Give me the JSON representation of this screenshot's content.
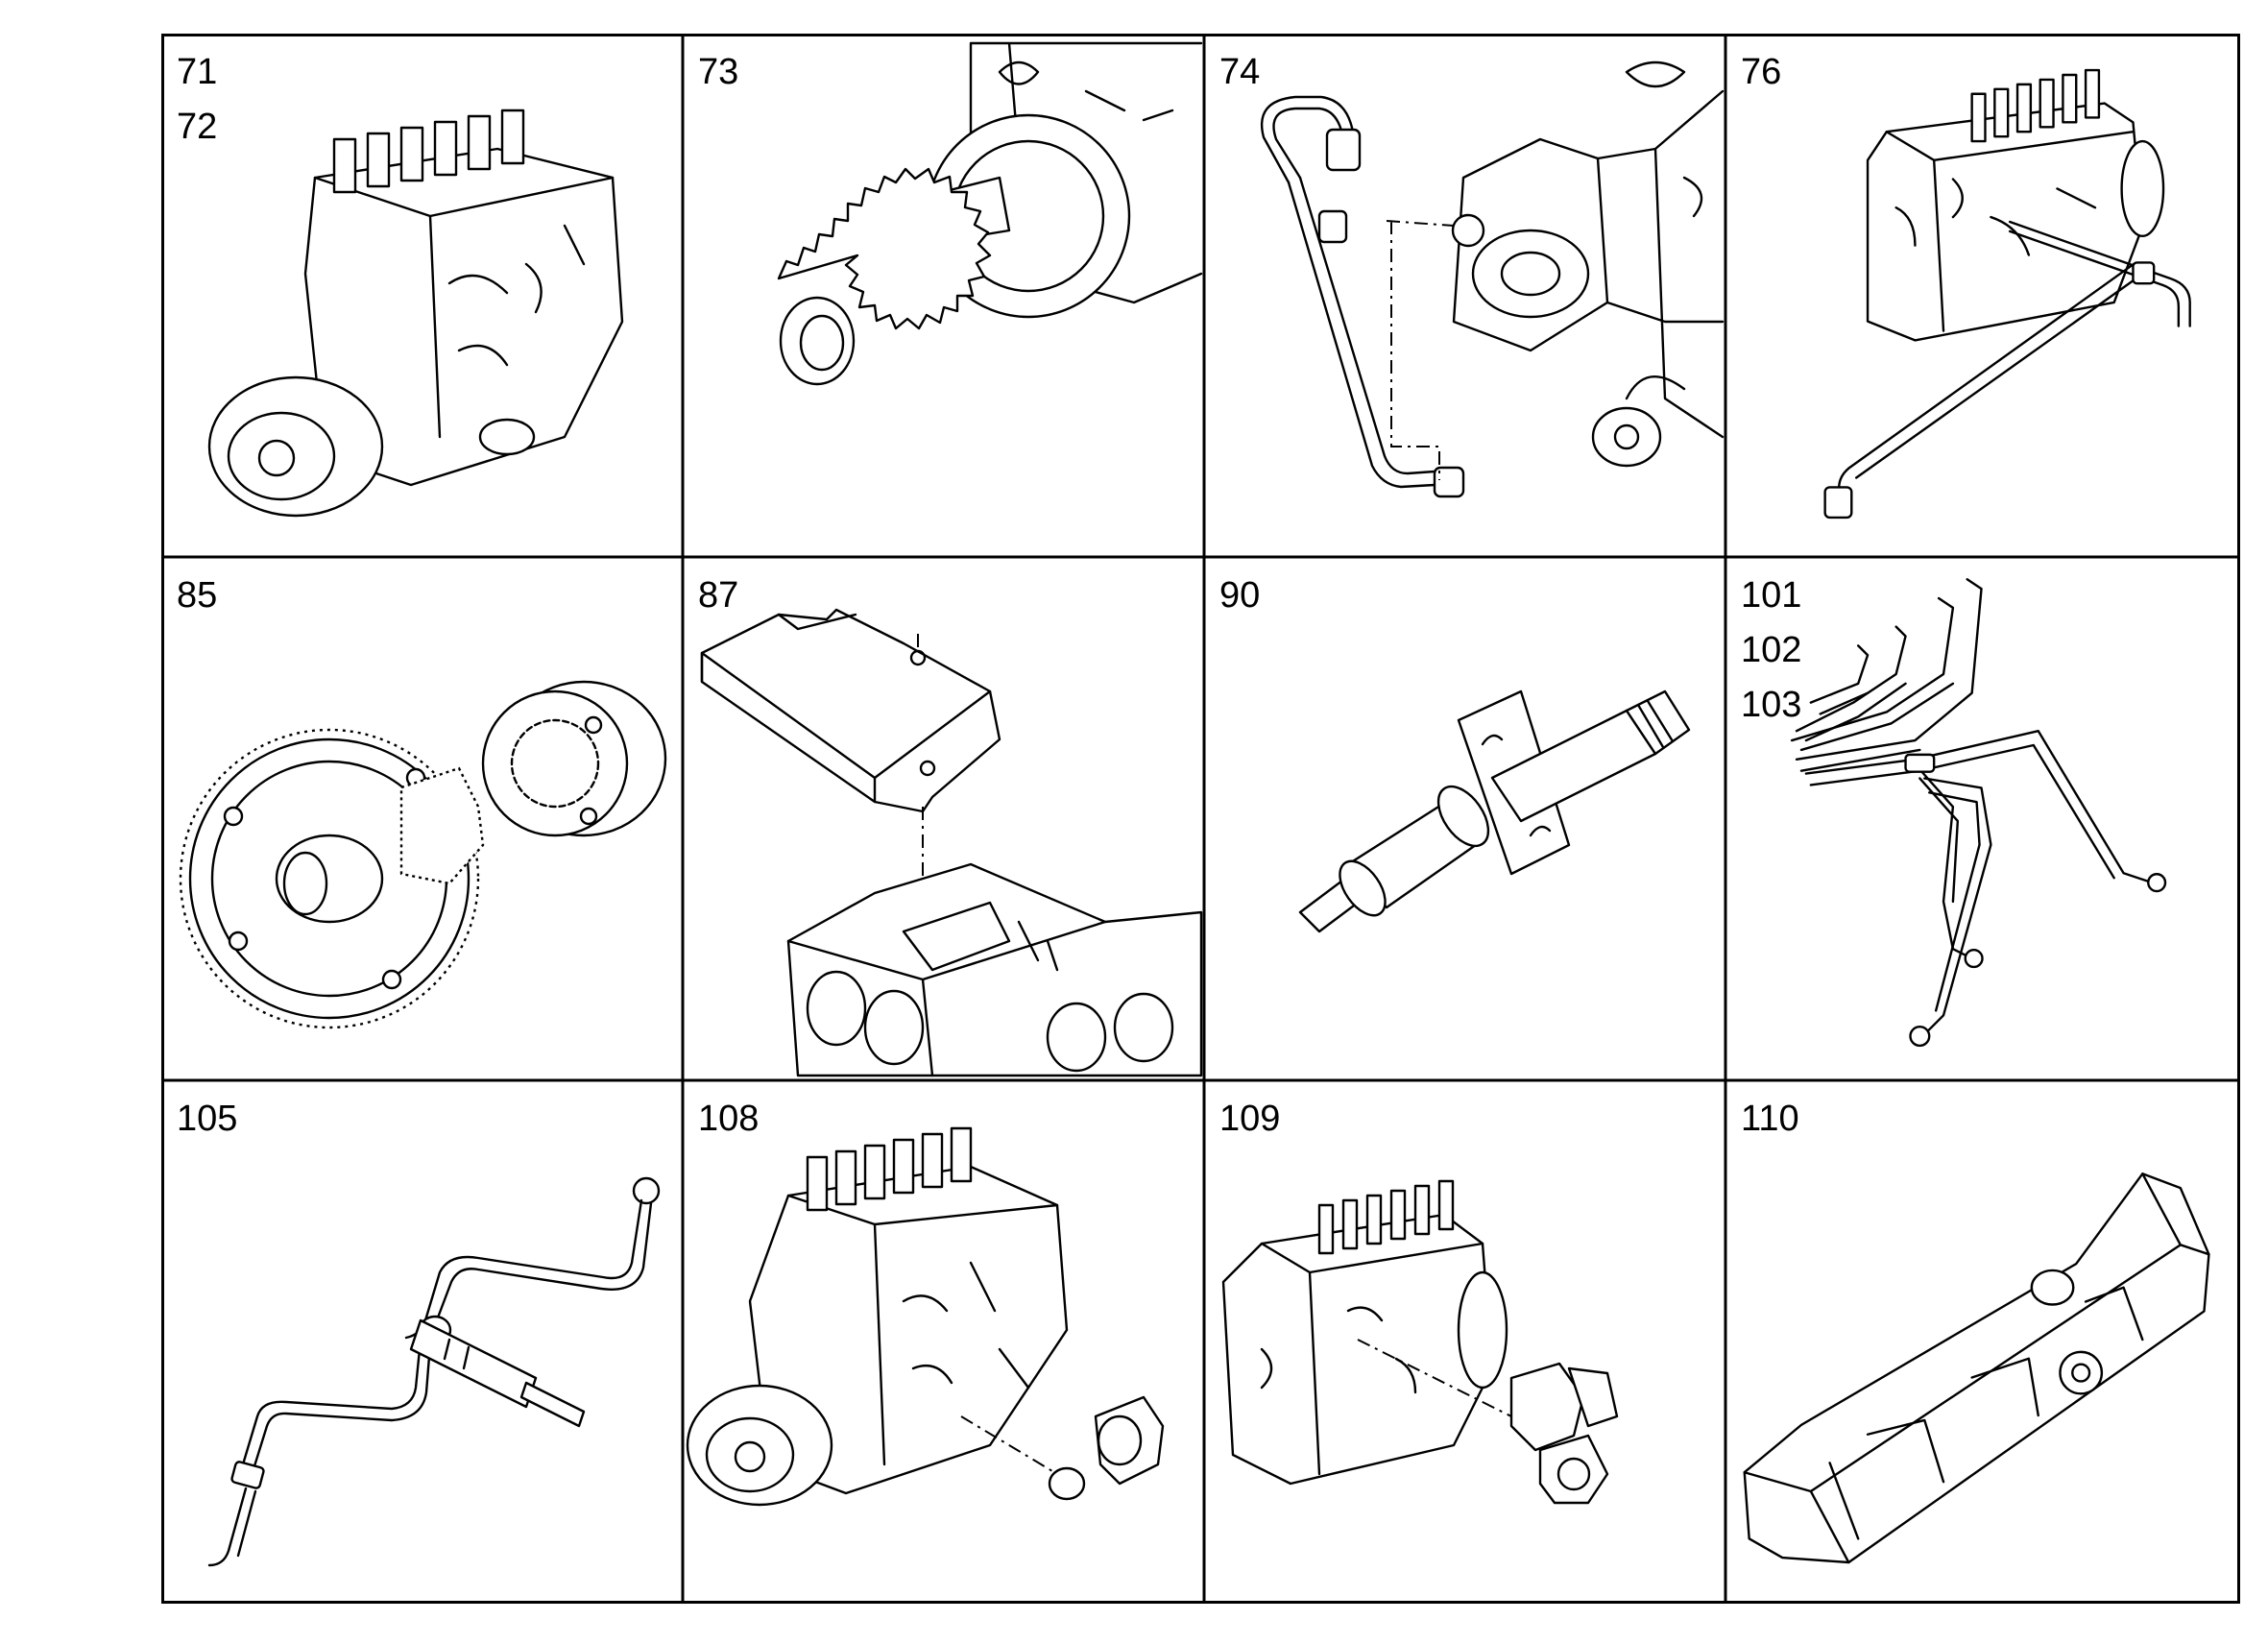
{
  "cells": [
    {
      "labels": [
        "71",
        "72"
      ],
      "icon": "injection-pump-icon"
    },
    {
      "labels": [
        "73"
      ],
      "icon": "drive-gear-icon"
    },
    {
      "labels": [
        "74"
      ],
      "icon": "oil-feed-pipe-icon"
    },
    {
      "labels": [
        "76"
      ],
      "icon": "pump-pipe-icon"
    },
    {
      "labels": [
        "85"
      ],
      "icon": "gear-assembly-icon"
    },
    {
      "labels": [
        "87"
      ],
      "icon": "cover-plate-icon"
    },
    {
      "labels": [
        "90"
      ],
      "icon": "injector-icon"
    },
    {
      "labels": [
        "101",
        "102",
        "103"
      ],
      "icon": "injection-pipes-icon"
    },
    {
      "labels": [
        "105"
      ],
      "icon": "leak-off-pipe-icon"
    },
    {
      "labels": [
        "108"
      ],
      "icon": "pump-with-fitting-icon"
    },
    {
      "labels": [
        "109"
      ],
      "icon": "pump-with-valve-icon"
    },
    {
      "labels": [
        "110"
      ],
      "icon": "rocker-cover-icon"
    }
  ]
}
